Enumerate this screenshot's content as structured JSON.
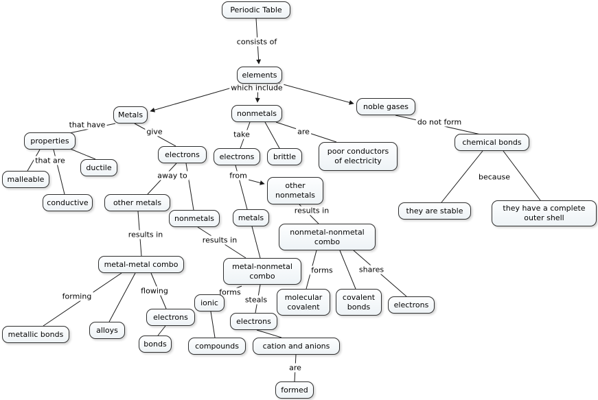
{
  "diagram": {
    "type": "concept-map",
    "topic": "Periodic Table"
  },
  "colors": {
    "background": "#ffffff",
    "node_fill": "#eef3f6",
    "node_border": "#2d2d2d",
    "line": "#1a1a1a",
    "text": "#000000"
  },
  "nodes": {
    "periodic_table": "Periodic Table",
    "elements": "elements",
    "metals": "Metals",
    "nonmetals_top": "nonmetals",
    "noble_gases": "noble gases",
    "properties": "properties",
    "ductile": "ductile",
    "malleable": "malleable",
    "conductive": "conductive",
    "electrons_give": "electrons",
    "electrons_take": "electrons",
    "brittle": "brittle",
    "poor_conductors": "poor conductors of electricity",
    "chemical_bonds": "chemical bonds",
    "other_metals": "other metals",
    "nonmetals_lower": "nonmetals",
    "other_nonmetals": "other nonmetals",
    "metals_lower": "metals",
    "they_are_stable": "they are stable",
    "complete_outer_shell": "they have a complete outer shell",
    "nonmetal_nonmetal_combo": "nonmetal-nonmetal combo",
    "metal_metal_combo": "metal-metal combo",
    "metal_nonmetal_combo": "metal-nonmetal combo",
    "molecular_covalent": "molecular covalent",
    "covalent_bonds": "covalent bonds",
    "electrons_shares": "electrons",
    "ionic": "ionic",
    "electrons_flowing": "electrons",
    "electrons_steals": "electrons",
    "metallic_bonds": "metallic bonds",
    "alloys": "alloys",
    "bonds": "bonds",
    "compounds": "compounds",
    "cation_and_anions": "cation and anions",
    "formed": "formed"
  },
  "edge_labels": {
    "consists_of": "consists of",
    "which_include": "which include",
    "that_have": "that have",
    "give": "give",
    "take": "take",
    "are_top": "are",
    "do_not_form": "do not form",
    "that_are": "that are",
    "away_to": "away to",
    "from": "from",
    "because": "because",
    "results_in_left": "results in",
    "results_in_mid": "results in",
    "results_in_right": "results in",
    "forms_right": "forms",
    "shares": "shares",
    "forming": "forming",
    "flowing": "flowing",
    "forms_left": "forms",
    "steals": "steals",
    "are_bottom": "are"
  }
}
